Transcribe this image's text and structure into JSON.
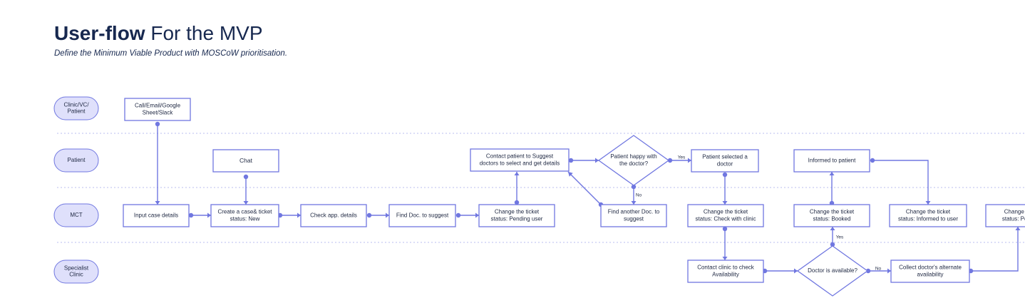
{
  "header": {
    "title_bold": "User-flow",
    "title_rest": " For the MVP",
    "subtitle": "Define the Minimum Viable Product with MOSCoW prioritisation."
  },
  "lanes": [
    {
      "id": "clinic",
      "lines": [
        "Clinic/VC/",
        "Patient"
      ]
    },
    {
      "id": "patient",
      "lines": [
        "Patient"
      ]
    },
    {
      "id": "mct",
      "lines": [
        "MCT"
      ]
    },
    {
      "id": "specialist",
      "lines": [
        "Specialist",
        "Clinic"
      ]
    }
  ],
  "nodes": [
    {
      "id": "call",
      "lines": [
        "Call/Email/Google",
        "Sheet/Slack"
      ]
    },
    {
      "id": "input",
      "lines": [
        "Input case details"
      ]
    },
    {
      "id": "chat",
      "lines": [
        "Chat"
      ]
    },
    {
      "id": "create",
      "lines": [
        "Create a case& ticket",
        "status: New"
      ]
    },
    {
      "id": "check",
      "lines": [
        "Check app. details"
      ]
    },
    {
      "id": "find",
      "lines": [
        "Find Doc. to suggest"
      ]
    },
    {
      "id": "pending",
      "lines": [
        "Change the ticket",
        "status: Pending user"
      ]
    },
    {
      "id": "contact",
      "lines": [
        "Contact patient to Suggest",
        "doctors to select and get details"
      ]
    },
    {
      "id": "happy",
      "lines": [
        "Patient happy with",
        "the doctor?"
      ]
    },
    {
      "id": "another",
      "lines": [
        "Find another Doc. to",
        "suggest"
      ]
    },
    {
      "id": "selected",
      "lines": [
        "Patient selected a",
        "doctor"
      ]
    },
    {
      "id": "checkclinic",
      "lines": [
        "Change the ticket",
        "status: Check with clinic"
      ]
    },
    {
      "id": "contactclinic",
      "lines": [
        "Contact clinic to check",
        "Availability"
      ]
    },
    {
      "id": "available",
      "lines": [
        "Doctor is available?"
      ]
    },
    {
      "id": "booked",
      "lines": [
        "Change the ticket",
        "status: Booked"
      ]
    },
    {
      "id": "informed",
      "lines": [
        "Informed to patient"
      ]
    },
    {
      "id": "collect",
      "lines": [
        "Collect doctor's alternate",
        "availability"
      ]
    },
    {
      "id": "informeduser",
      "lines": [
        "Change the ticket",
        "status: Informed to user"
      ]
    },
    {
      "id": "pend2",
      "lines": [
        "Change t",
        "status: Per"
      ]
    }
  ],
  "edge_labels": [
    {
      "id": "yes1",
      "text": "Yes"
    },
    {
      "id": "no1",
      "text": "No"
    },
    {
      "id": "yes2",
      "text": "Yes"
    },
    {
      "id": "no2",
      "text": "No"
    }
  ],
  "colors": {
    "accent": "#7077e0",
    "lane_fill": "#dfe0fb",
    "title": "#17284f",
    "separator": "#b8bcef"
  }
}
